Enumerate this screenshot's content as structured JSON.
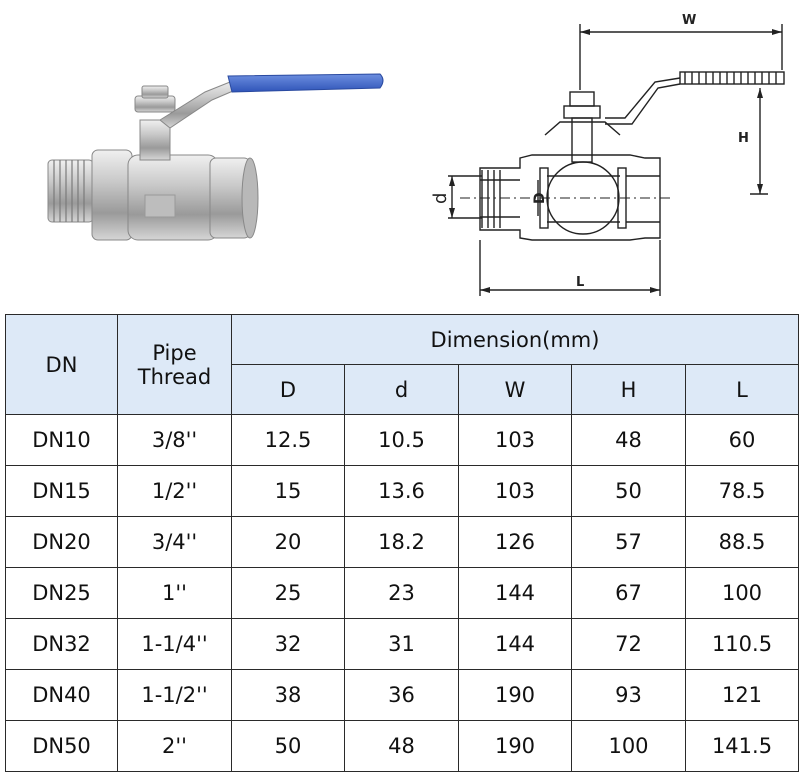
{
  "drawing": {
    "label_w": "W",
    "label_h": "H",
    "label_d": "d",
    "label_D": "D",
    "label_l": "L"
  },
  "table": {
    "col_dn": "DN",
    "col_thread_line1": "Pipe",
    "col_thread_line2": "Thread",
    "group_header": "Dimension(mm)",
    "sub_headers": [
      "D",
      "d",
      "W",
      "H",
      "L"
    ],
    "rows": [
      [
        "DN10",
        "3/8''",
        "12.5",
        "10.5",
        "103",
        "48",
        "60"
      ],
      [
        "DN15",
        "1/2''",
        "15",
        "13.6",
        "103",
        "50",
        "78.5"
      ],
      [
        "DN20",
        "3/4''",
        "20",
        "18.2",
        "126",
        "57",
        "88.5"
      ],
      [
        "DN25",
        "1''",
        "25",
        "23",
        "144",
        "67",
        "100"
      ],
      [
        "DN32",
        "1-1/4''",
        "32",
        "31",
        "144",
        "72",
        "110.5"
      ],
      [
        "DN40",
        "1-1/2''",
        "38",
        "36",
        "190",
        "93",
        "121"
      ],
      [
        "DN50",
        "2''",
        "50",
        "48",
        "190",
        "100",
        "141.5"
      ]
    ]
  }
}
